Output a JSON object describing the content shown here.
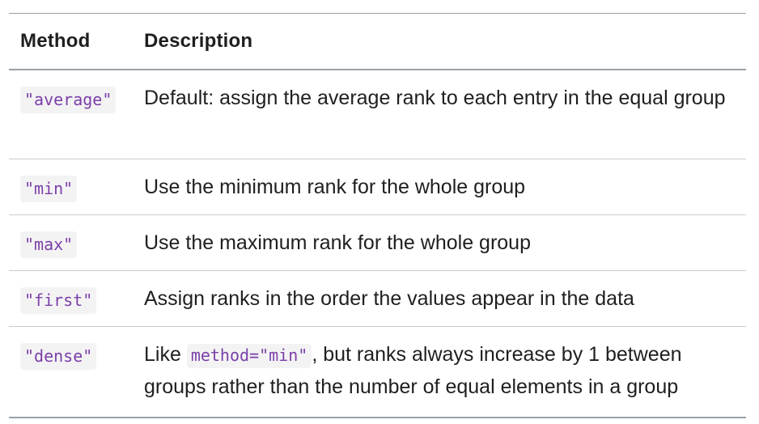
{
  "table": {
    "headers": {
      "method": "Method",
      "description": "Description"
    },
    "rows": [
      {
        "method": "\"average\"",
        "description": "Default: assign the average rank to each entry in the equal group"
      },
      {
        "method": "\"min\"",
        "description": "Use the minimum rank for the whole group"
      },
      {
        "method": "\"max\"",
        "description": "Use the maximum rank for the whole group"
      },
      {
        "method": "\"first\"",
        "description": "Assign ranks in the order the values appear in the data"
      },
      {
        "method": "\"dense\"",
        "description_prefix": "Like ",
        "description_code": "method=\"min\"",
        "description_suffix": ", but ranks always increase by 1 between groups rather than the number of equal elements in a group"
      }
    ]
  }
}
